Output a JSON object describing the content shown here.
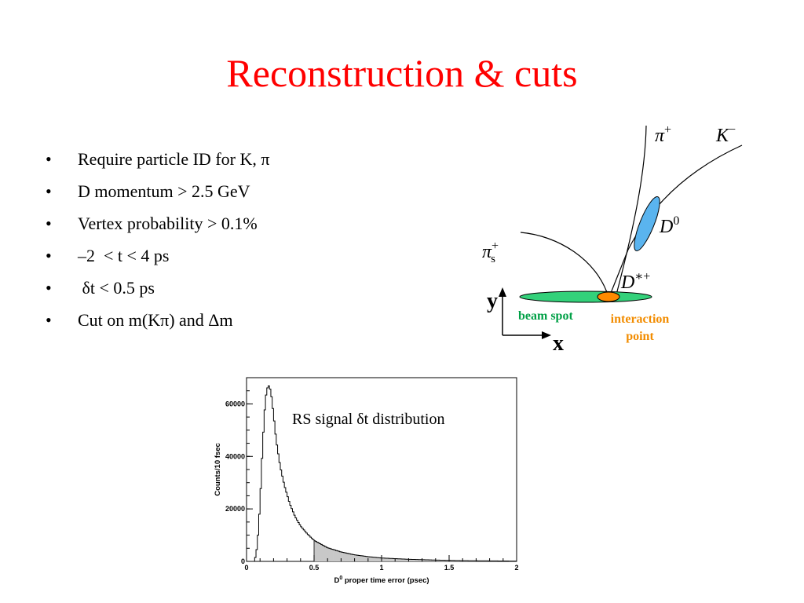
{
  "slide": {
    "title": "Reconstruction & cuts",
    "bullet_marker": "•",
    "bullets": [
      "Require particle ID for K, π",
      "D momentum > 2.5 GeV",
      "Vertex probability > 0.1%",
      "–2  < t < 4 ps",
      " δt < 0.5 ps",
      "Cut on m(Kπ) and Δm"
    ]
  },
  "diagram": {
    "labels": {
      "pi_plus": "π",
      "pi_plus_sup": "+",
      "k_minus": "K",
      "k_minus_sup": "−",
      "d0": "D",
      "d0_sup": "0",
      "pi_s": "π",
      "pi_s_sup": "+",
      "pi_s_sub": "s",
      "dstar": "D",
      "dstar_sup": "∗+",
      "y_axis": "y",
      "x_axis": "x",
      "beam_spot": "beam spot",
      "interaction_line1": "interaction",
      "interaction_line2": "point"
    },
    "colors": {
      "beam_spot": "#33d17a",
      "beam_spot_label": "#00a046",
      "interaction_point": "#ff8a00",
      "interaction_label": "#f28c00",
      "d0_vertex": "#5ab4ef"
    }
  },
  "chart_data": {
    "type": "histogram",
    "title": "",
    "annotation": "RS signal δt distribution",
    "xlabel": "D",
    "xlabel_sup": "0",
    "xlabel_rest": " proper time error (psec)",
    "ylabel": "Counts/10 fsec",
    "xlim": [
      0,
      2
    ],
    "ylim": [
      0,
      70000
    ],
    "bin_width": 0.01,
    "xticks": [
      {
        "v": 0,
        "label": "0"
      },
      {
        "v": 0.5,
        "label": "0.5"
      },
      {
        "v": 1,
        "label": "1"
      },
      {
        "v": 1.5,
        "label": "1.5"
      },
      {
        "v": 2,
        "label": "2"
      }
    ],
    "yticks": [
      {
        "v": 0,
        "label": "0"
      },
      {
        "v": 20000,
        "label": "20000"
      },
      {
        "v": 40000,
        "label": "40000"
      },
      {
        "v": 60000,
        "label": "60000"
      }
    ],
    "shaded_from": 0.5,
    "shade_color": "#c8c8c8",
    "shape": [
      [
        0.06,
        0
      ],
      [
        0.08,
        6000
      ],
      [
        0.1,
        22000
      ],
      [
        0.12,
        45000
      ],
      [
        0.14,
        62000
      ],
      [
        0.16,
        67500
      ],
      [
        0.18,
        65000
      ],
      [
        0.2,
        56000
      ],
      [
        0.22,
        46000
      ],
      [
        0.25,
        36000
      ],
      [
        0.28,
        29000
      ],
      [
        0.32,
        22000
      ],
      [
        0.36,
        17000
      ],
      [
        0.4,
        13500
      ],
      [
        0.45,
        10500
      ],
      [
        0.5,
        8000
      ],
      [
        0.6,
        5200
      ],
      [
        0.7,
        3600
      ],
      [
        0.8,
        2500
      ],
      [
        0.9,
        1800
      ],
      [
        1.0,
        1300
      ],
      [
        1.2,
        800
      ],
      [
        1.4,
        500
      ],
      [
        1.6,
        300
      ],
      [
        1.8,
        200
      ],
      [
        2.0,
        100
      ]
    ]
  }
}
